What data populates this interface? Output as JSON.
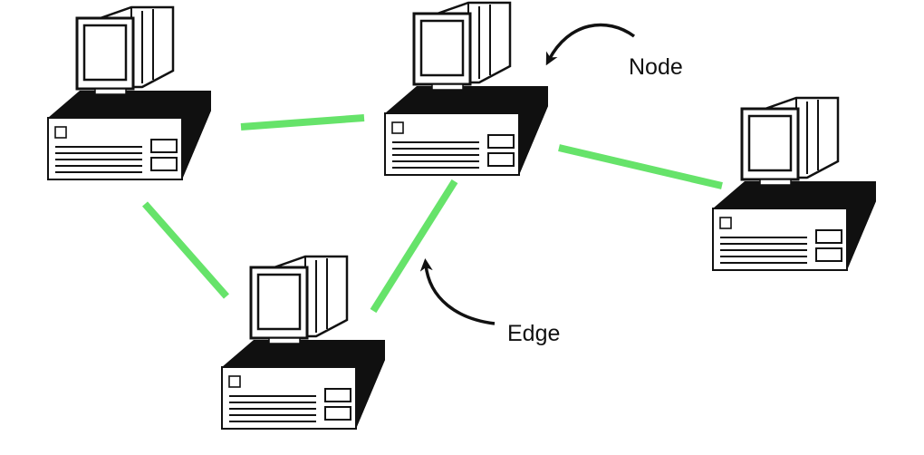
{
  "labels": {
    "node": "Node",
    "edge": "Edge"
  },
  "colors": {
    "edge": "#66e36a",
    "outline": "#111111",
    "screen": "#ffffff",
    "base": "#101010",
    "background": "#ffffff"
  },
  "nodes": [
    {
      "id": "pc-top-left"
    },
    {
      "id": "pc-top-center"
    },
    {
      "id": "pc-right"
    },
    {
      "id": "pc-bottom"
    }
  ],
  "edges": [
    {
      "from": "pc-top-left",
      "to": "pc-top-center"
    },
    {
      "from": "pc-top-left",
      "to": "pc-bottom"
    },
    {
      "from": "pc-top-center",
      "to": "pc-bottom"
    },
    {
      "from": "pc-top-center",
      "to": "pc-right"
    }
  ]
}
